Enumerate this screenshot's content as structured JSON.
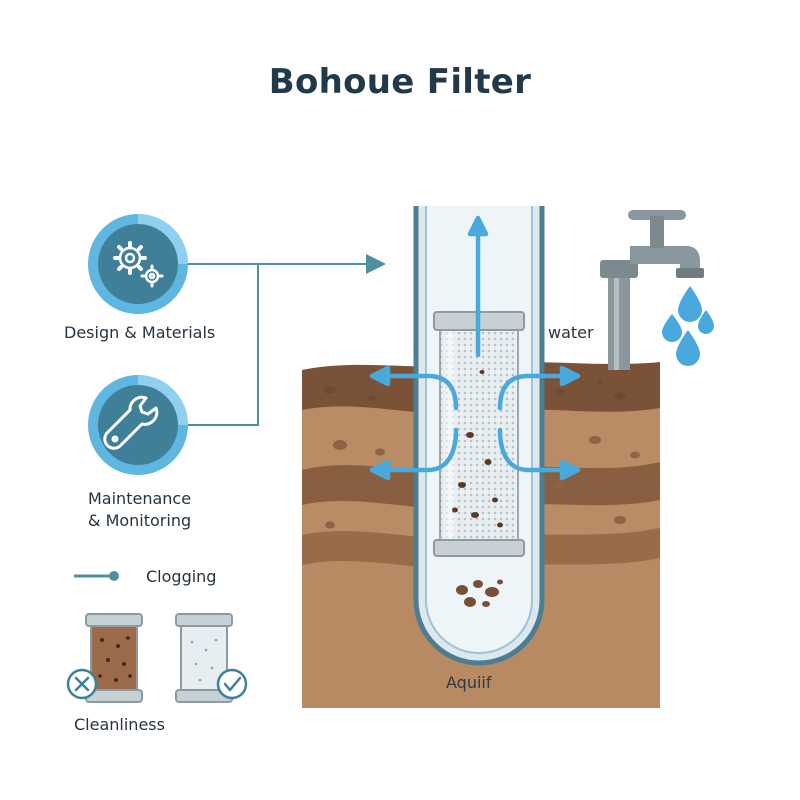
{
  "title": "Bohoue Filter",
  "labels": {
    "design": "Design & Materials",
    "maintenance_line1": "Maintenance",
    "maintenance_line2": "& Monitoring",
    "clogging": "Clogging",
    "cleanliness": "Cleanliness",
    "water": "water",
    "aquifer": "Aquiif"
  },
  "icons": {
    "design": "gears-icon",
    "maintenance": "wrench-icon",
    "clogged": "x-mark-icon",
    "clean": "check-mark-icon",
    "faucet": "faucet-icon",
    "drops": "water-drop-icon"
  },
  "colors": {
    "title": "#22394a",
    "accent_blue": "#4aa9dc",
    "icon_dark": "#3f7f98",
    "connector": "#4f8fa0",
    "soil_dark": "#7a5238",
    "soil_light": "#b98c66",
    "casing": "#4c7d90"
  }
}
